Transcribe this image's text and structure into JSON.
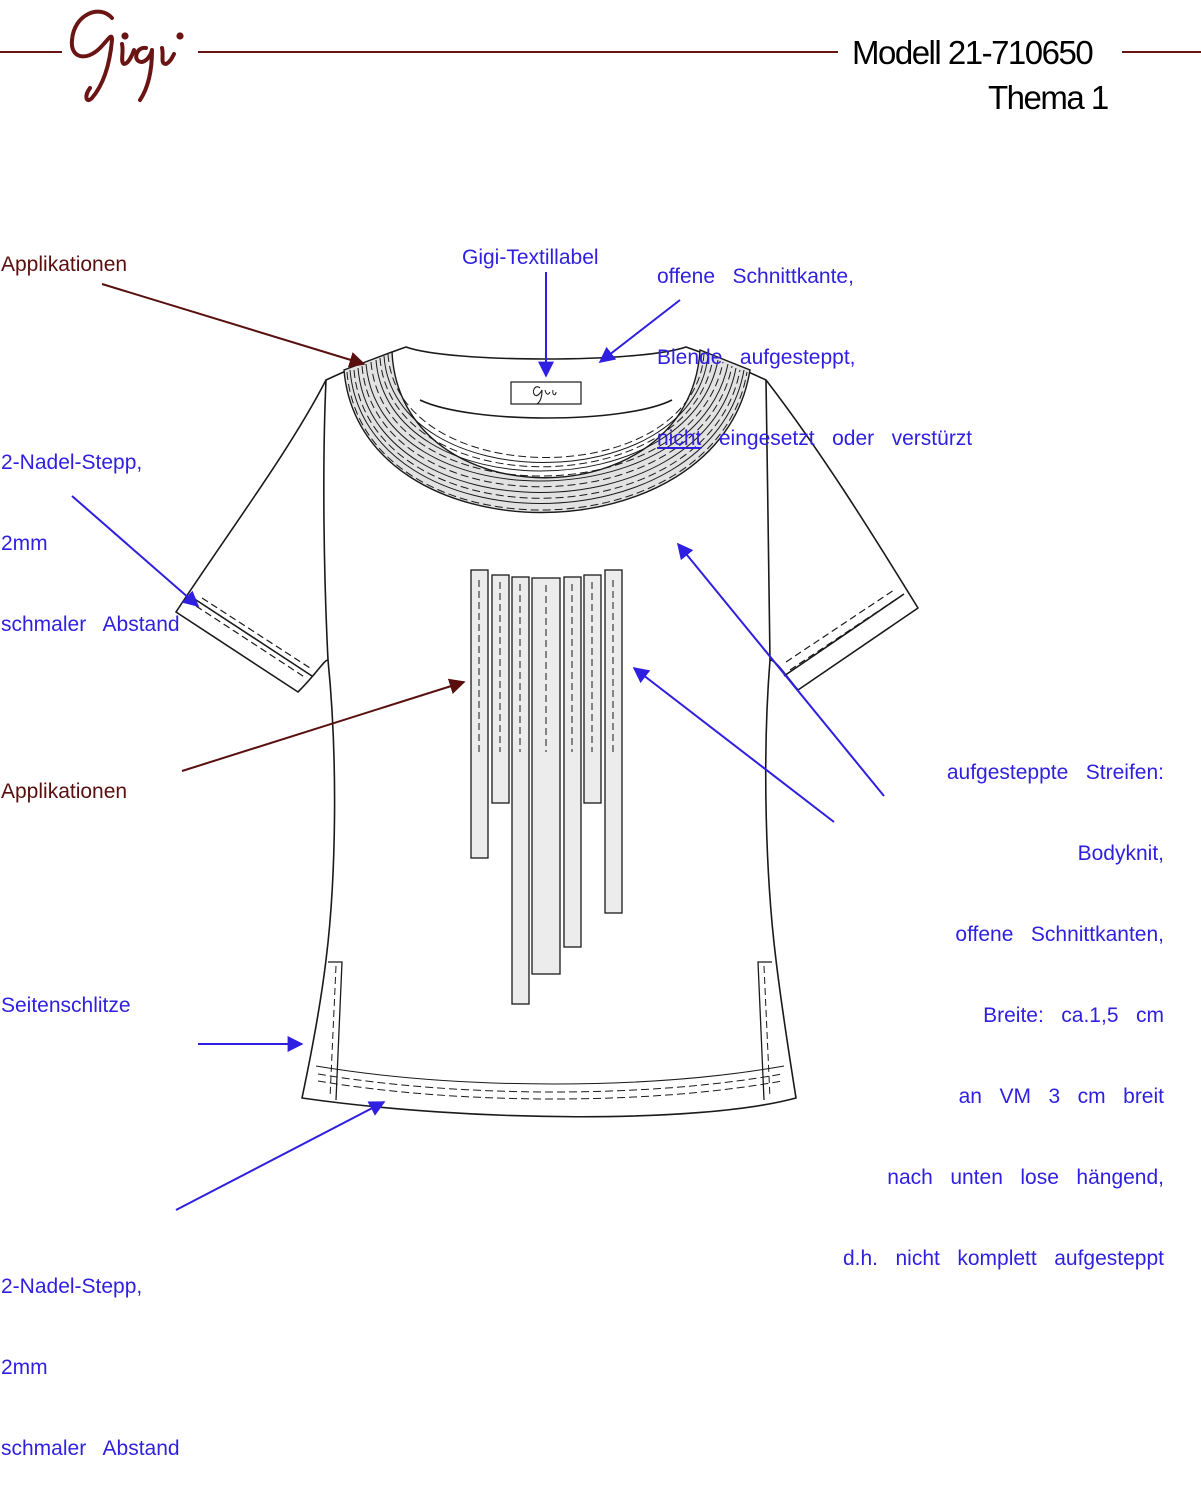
{
  "header": {
    "brand": "Gigi",
    "model": "Modell 21-710650",
    "theme": "Thema 1"
  },
  "label_tag_text": "Gigi",
  "annotations": {
    "applikationen_top": "Applikationen",
    "textillabel": "Gigi-Textillabel",
    "schnittkante": {
      "line1": "offene   Schnittkante,",
      "line2": "Blende   aufgesteppt,",
      "line3_underlined": "nicht",
      "line3_rest": "   eingesetzt   oder   verstürzt"
    },
    "nadel_sleeve": {
      "line1": "2-Nadel-Stepp,",
      "line2": "2mm",
      "line3": "schmaler   Abstand"
    },
    "applikationen_mid": "Applikationen",
    "streifen": {
      "line1": "aufgesteppte   Streifen:",
      "line2": "Bodyknit,",
      "line3": "offene   Schnittkanten,",
      "line4": "Breite:   ca.1,5   cm",
      "line5": "an   VM   3   cm   breit",
      "line6": "nach   unten   lose   hängend,",
      "line7": "d.h.   nicht   komplett   aufgesteppt"
    },
    "seitenschlitze": "Seitenschlitze",
    "nadel_hem": {
      "line1": "2-Nadel-Stepp,",
      "line2": "2mm",
      "line3": "schmaler   Abstand"
    }
  },
  "colors": {
    "annotation_blue": "#2f1fe0",
    "annotation_maroon": "#5a0f0f",
    "brand_maroon": "#6b1414",
    "outline": "#1a1a1a",
    "applique_fill": "#e2e2e2"
  },
  "icons": [
    "brand-signature-logo",
    "textile-label-tag"
  ]
}
